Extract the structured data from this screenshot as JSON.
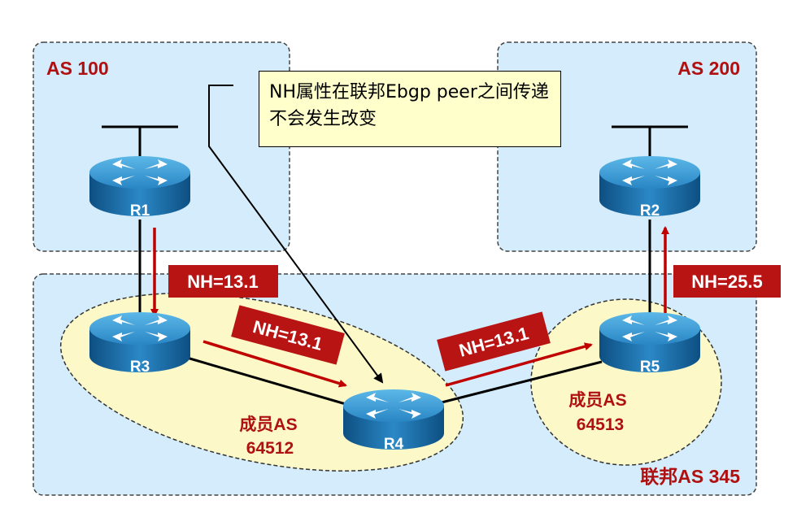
{
  "as100": "AS 100",
  "as200": "AS 200",
  "confed": "联邦AS 345",
  "note": "NH属性在联邦Ebgp peer之间传递不会发生改变",
  "routers": {
    "r1": "R1",
    "r2": "R2",
    "r3": "R3",
    "r4": "R4",
    "r5": "R5"
  },
  "nh": {
    "r1_r3": "NH=13.1",
    "r3_r4": "NH=13.1",
    "r4_r5": "NH=13.1",
    "r5_r2": "NH=25.5"
  },
  "member1": {
    "title": "成员AS",
    "number": "64512"
  },
  "member2": {
    "title": "成员AS",
    "number": "64513"
  },
  "colors": {
    "accent": "#b01010",
    "region": "#d4ecfb",
    "member": "#fcf8c8",
    "router": "#1a6fa8"
  }
}
